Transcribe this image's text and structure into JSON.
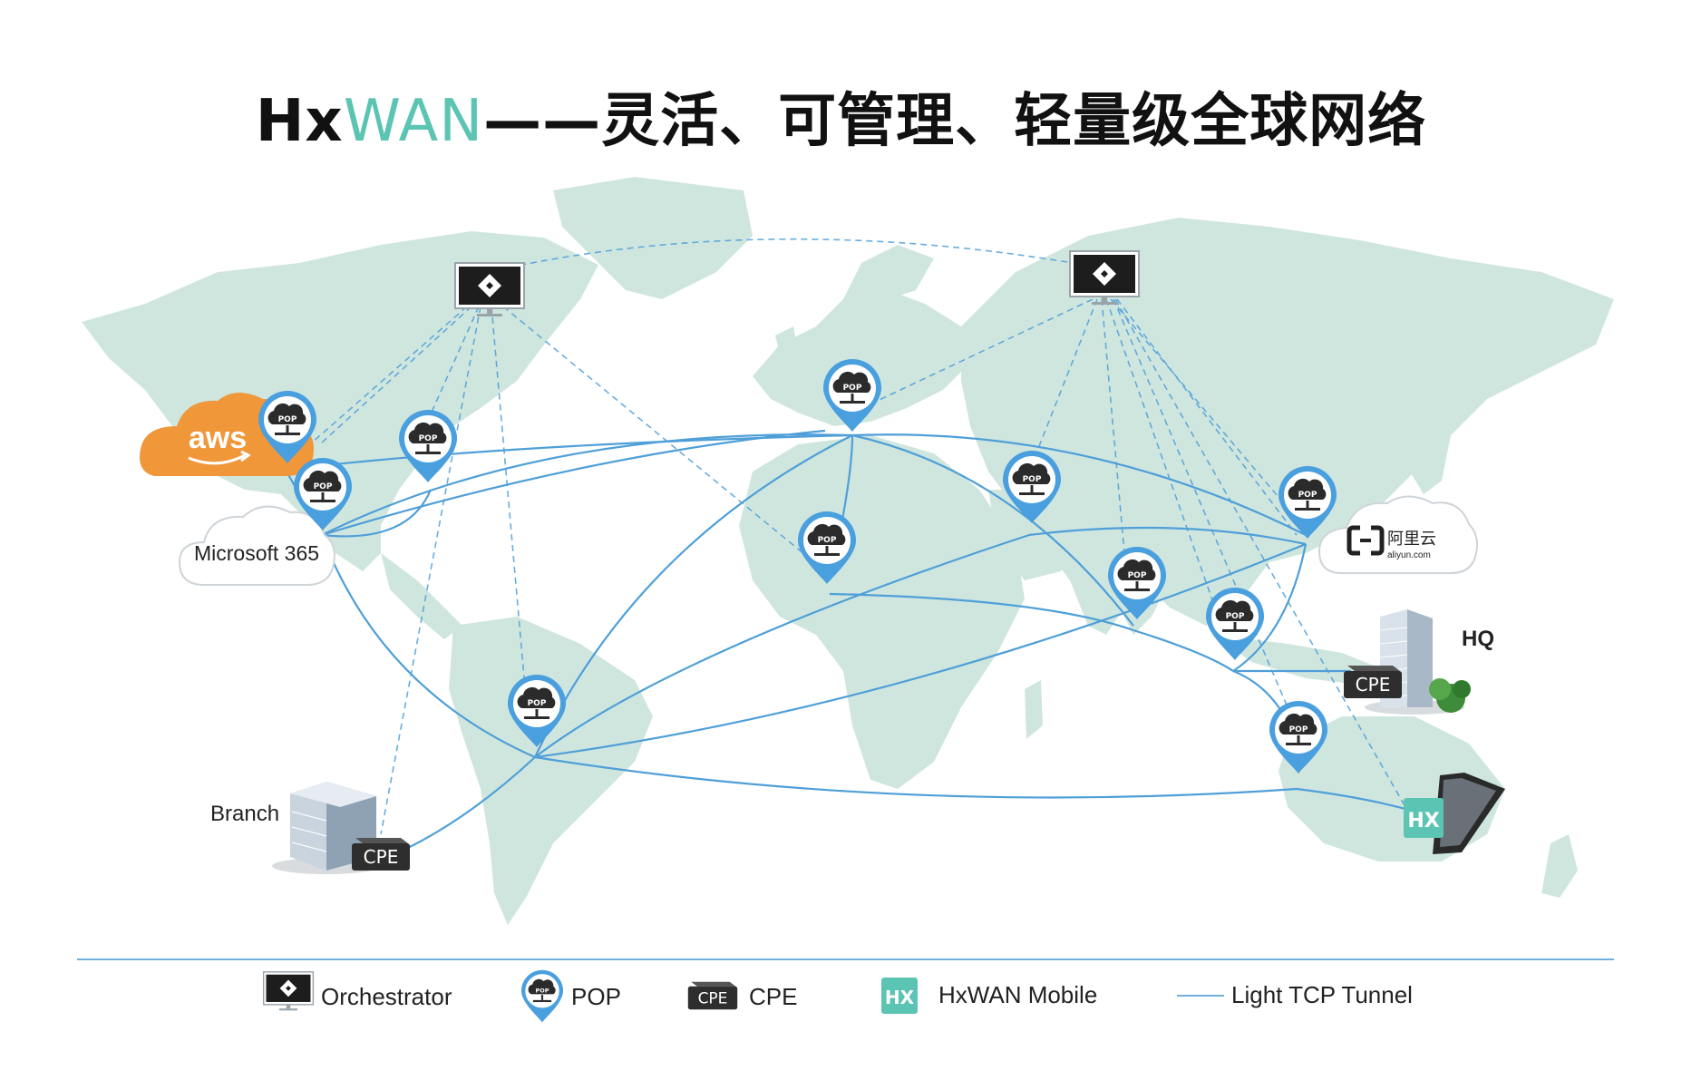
{
  "title": {
    "prefix": "Hx",
    "accent": "WAN",
    "rest": "——灵活、可管理、轻量级全球网络"
  },
  "colors": {
    "accent": "#5cc4b3",
    "line": "#4f9fd8",
    "land": "#cfe6df",
    "pin": "#4a9fde",
    "aws": "#f0973a"
  },
  "icons": {
    "pop": "pop-pin-icon",
    "orchestrator": "orchestrator-monitor-icon",
    "cpe": "cpe-box-icon",
    "mobile": "hxwan-mobile-icon",
    "building": "building-icon"
  },
  "labels": {
    "aws": "aws",
    "microsoft": "Microsoft 365",
    "aliyun_cn": "阿里云",
    "aliyun_en": "aliyun.com",
    "hq": "HQ",
    "branch": "Branch",
    "pop": "POP",
    "cpe": "CPE",
    "hx": "HX"
  },
  "legend": {
    "orchestrator": "Orchestrator",
    "pop": "POP",
    "cpe": "CPE",
    "mobile": "HxWAN Mobile",
    "tunnel": "Light TCP Tunnel"
  },
  "nodes": {
    "orchestrators": [
      "orch-north-america",
      "orch-russia"
    ],
    "pops": [
      "pop-seattle",
      "pop-los-angeles",
      "pop-new-york",
      "pop-europe",
      "pop-north-africa",
      "pop-middle-east",
      "pop-china",
      "pop-india",
      "pop-southeast-asia",
      "pop-south-america",
      "pop-australia"
    ],
    "cpes": [
      "cpe-hq",
      "cpe-branch"
    ]
  }
}
